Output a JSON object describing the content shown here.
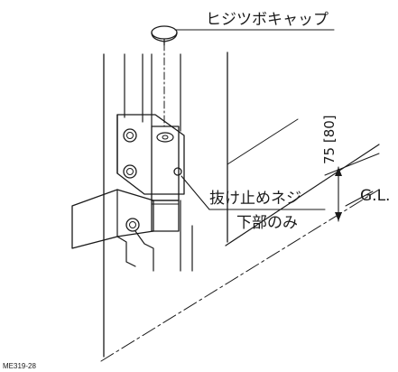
{
  "labels": {
    "cap": "ヒジツボキャップ",
    "screw": "抜け止めネジ",
    "screw_note": "下部のみ",
    "gl": "G.L.",
    "dimension": "75 [80]",
    "figure_code": "ME319-28"
  }
}
